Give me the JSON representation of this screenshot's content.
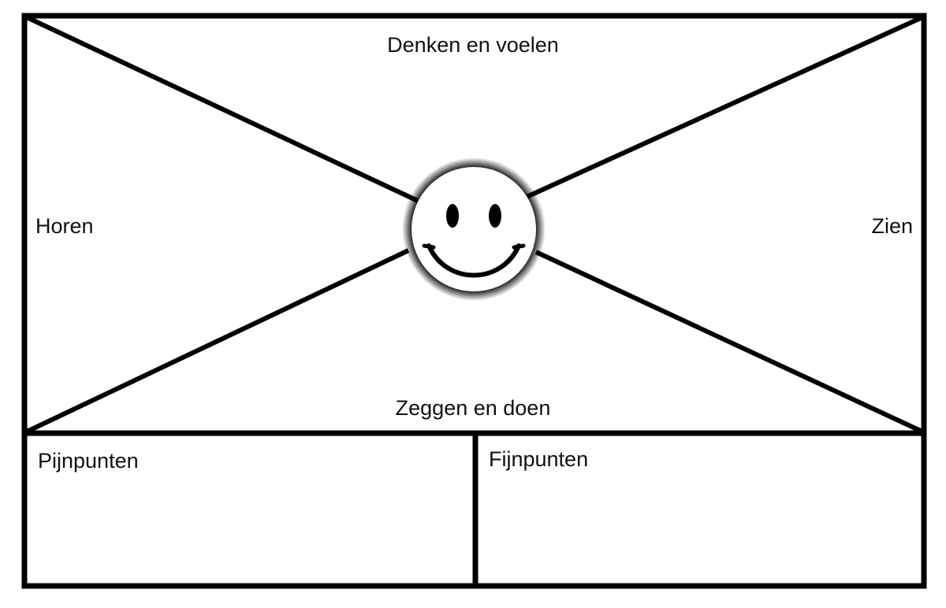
{
  "empathy_map": {
    "quadrants": {
      "top": "Denken en voelen",
      "left": "Horen",
      "right": "Zien",
      "bottom": "Zeggen en doen"
    },
    "panels": {
      "left": "Pijnpunten",
      "right": "Fijnpunten"
    },
    "center_icon": "smiley-face-icon",
    "colors": {
      "line": "#000000",
      "background": "#ffffff"
    }
  }
}
